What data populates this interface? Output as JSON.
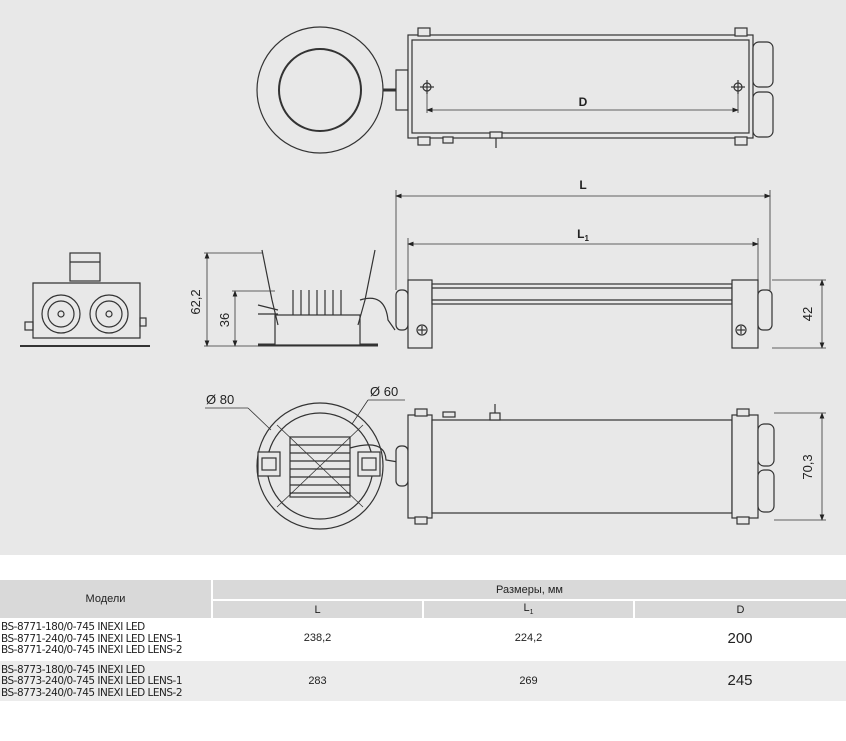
{
  "drawing": {
    "labels": {
      "d": "D",
      "l": "L",
      "l1_main": "L",
      "l1_sub": "1",
      "h_62": "62,2",
      "h_36": "36",
      "h_42": "42",
      "h_70": "70,3",
      "dia_80": "Ø 80",
      "dia_60": "Ø 60"
    }
  },
  "table": {
    "header_model": "Модели",
    "header_group": "Размеры, мм",
    "col_l": "L",
    "col_l1_main": "L",
    "col_l1_sub": "1",
    "col_d": "D",
    "rows": [
      {
        "models": [
          "BS-8771-180/0-745 INEXI LED",
          "BS-8771-240/0-745 INEXI LED LENS-1",
          "BS-8771-240/0-745 INEXI LED LENS-2"
        ],
        "l": "238,2",
        "l1": "224,2",
        "d": "200"
      },
      {
        "models": [
          "BS-8773-180/0-745 INEXI LED",
          "BS-8773-240/0-745 INEXI LED LENS-1",
          "BS-8773-240/0-745 INEXI LED LENS-2"
        ],
        "l": "283",
        "l1": "269",
        "d": "245"
      }
    ]
  }
}
